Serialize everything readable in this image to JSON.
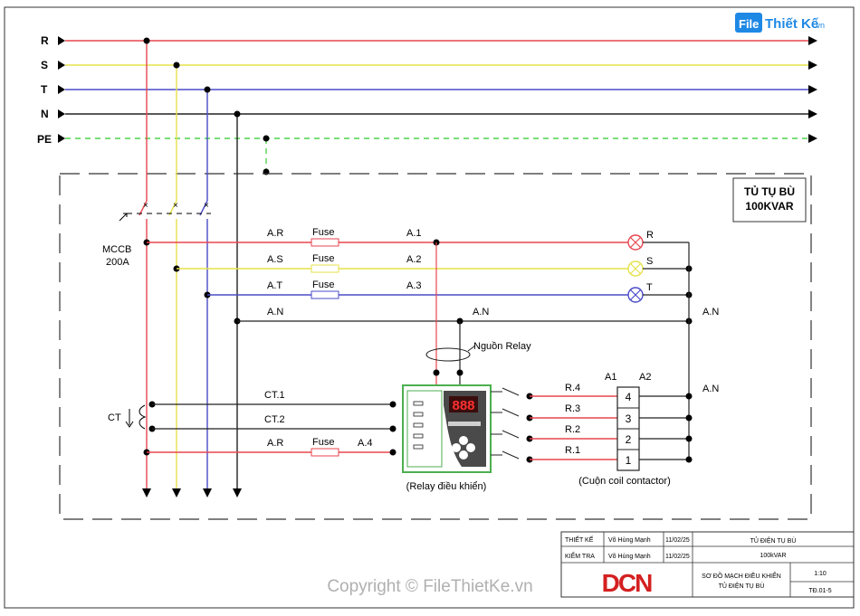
{
  "site_logo": {
    "file": "File",
    "rest": "Thiết Kế",
    "domain": ".vn"
  },
  "buses": [
    "R",
    "S",
    "T",
    "N",
    "PE"
  ],
  "breaker": {
    "name": "MCCB",
    "rating": "200A"
  },
  "box_title": {
    "line1": "TỦ TỤ BÙ",
    "line2": "100KVAR"
  },
  "phase_wires": [
    "A.R",
    "A.S",
    "A.T",
    "A.N"
  ],
  "fuse_label": "Fuse",
  "relay_terminals": [
    "A.1",
    "A.2",
    "A.3",
    "A.4"
  ],
  "neutral_labels": [
    "A.N",
    "A.N",
    "A.N"
  ],
  "lamps": [
    "R",
    "S",
    "T"
  ],
  "relay_supply": "Nguồn Relay",
  "ct": {
    "label": "CT",
    "lines": [
      "CT.1",
      "CT.2"
    ]
  },
  "relay": {
    "display": "888",
    "caption": "(Relay điều khiển)"
  },
  "outputs": [
    "R.4",
    "R.3",
    "R.2",
    "R.1"
  ],
  "coil": {
    "a1": "A1",
    "a2": "A2",
    "numbers": [
      "4",
      "3",
      "2",
      "1"
    ],
    "caption": "(Cuộn coil contactor)"
  },
  "title_block": {
    "designed_label": "THIẾT KẾ",
    "designed_name": "Võ Hùng Mạnh",
    "designed_date": "11/02/25",
    "checked_label": "KIỂM TRA",
    "checked_name": "Võ Hùng Mạnh",
    "checked_date": "11/02/25",
    "project": "TỦ ĐIỆN TỤ BÙ",
    "capacity": "100kVAR",
    "drawing_title_1": "SƠ ĐỒ MẠCH ĐIỀU KHIỂN",
    "drawing_title_2": "TỦ ĐIỆN TỤ BÙ",
    "scale": "1:10",
    "drawing_no": "TĐ.01-5",
    "company_logo": "DCN"
  },
  "watermark": "Copyright © FileThietKe.vn",
  "colors": {
    "R": "#e8464f",
    "S": "#e6e24a",
    "T": "#4b4bc8",
    "N": "#222222",
    "PE": "#4fd44f",
    "relay": "#4caf50",
    "logo_red": "#d42020"
  }
}
